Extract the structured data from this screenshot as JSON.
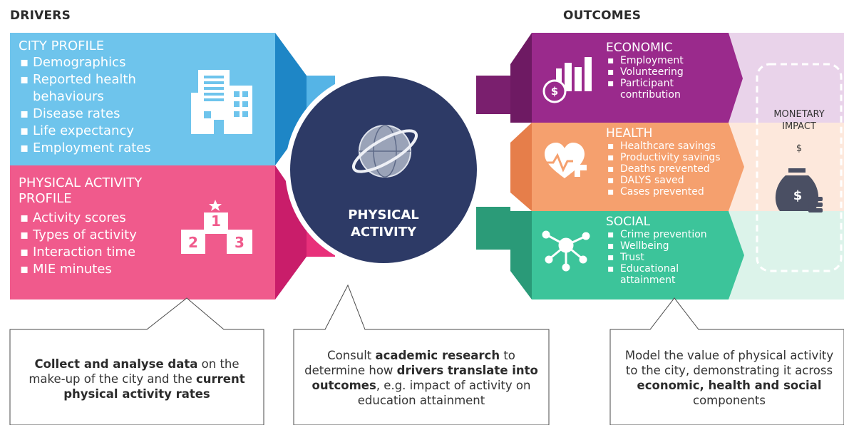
{
  "headers": {
    "drivers": "DRIVERS",
    "outcomes": "OUTCOMES"
  },
  "drivers": [
    {
      "title": "CITY PROFILE",
      "items": [
        "Demographics",
        "Reported health behaviours",
        "Disease rates",
        "Life expectancy",
        "Employment rates"
      ],
      "icon": "city-buildings-icon",
      "color": "#6ec4ec"
    },
    {
      "title_line1": "PHYSICAL ACTIVITY",
      "title_line2": "PROFILE",
      "items": [
        "Activity scores",
        "Types of activity",
        "Interaction time",
        "MIE minutes"
      ],
      "icon": "podium-icon",
      "podium": [
        "1",
        "2",
        "3"
      ],
      "color": "#f05a8c"
    }
  ],
  "center": {
    "line1": "PHYSICAL",
    "line2": "ACTIVITY",
    "icon": "globe-icon",
    "color": "#2d3a66"
  },
  "outcomes": [
    {
      "title": "ECONOMIC",
      "items": [
        "Employment",
        "Volunteering",
        "Participant contribution"
      ],
      "icon": "economic-chart-icon",
      "color": "#9a2a8c"
    },
    {
      "title": "HEALTH",
      "items": [
        "Healthcare savings",
        "Productivity savings",
        "Deaths prevented",
        "DALYS saved",
        "Cases prevented"
      ],
      "icon": "heart-health-icon",
      "color": "#f5a06e"
    },
    {
      "title": "SOCIAL",
      "items": [
        "Crime prevention",
        "Wellbeing",
        "Trust",
        "Educational attainment"
      ],
      "icon": "network-icon",
      "color": "#3cc49a"
    }
  ],
  "monetary": {
    "line1": "MONETARY",
    "line2": "IMPACT",
    "symbol": "$",
    "bag_symbol": "$",
    "icon": "money-bag-icon"
  },
  "callouts": {
    "left": {
      "b1": "Collect and analyse data",
      "t1": " on the make-up of the city and the ",
      "b2": "current physical activity rates"
    },
    "middle": {
      "t1": "Consult ",
      "b1": "academic research",
      "t2": " to determine how ",
      "b2": "drivers translate into outcomes",
      "t3": ", e.g. impact of activity on education attainment"
    },
    "right": {
      "t1": "Model the value of physical activity to the city, demonstrating it across ",
      "b1": "economic, health and social",
      "t2": " components"
    }
  }
}
